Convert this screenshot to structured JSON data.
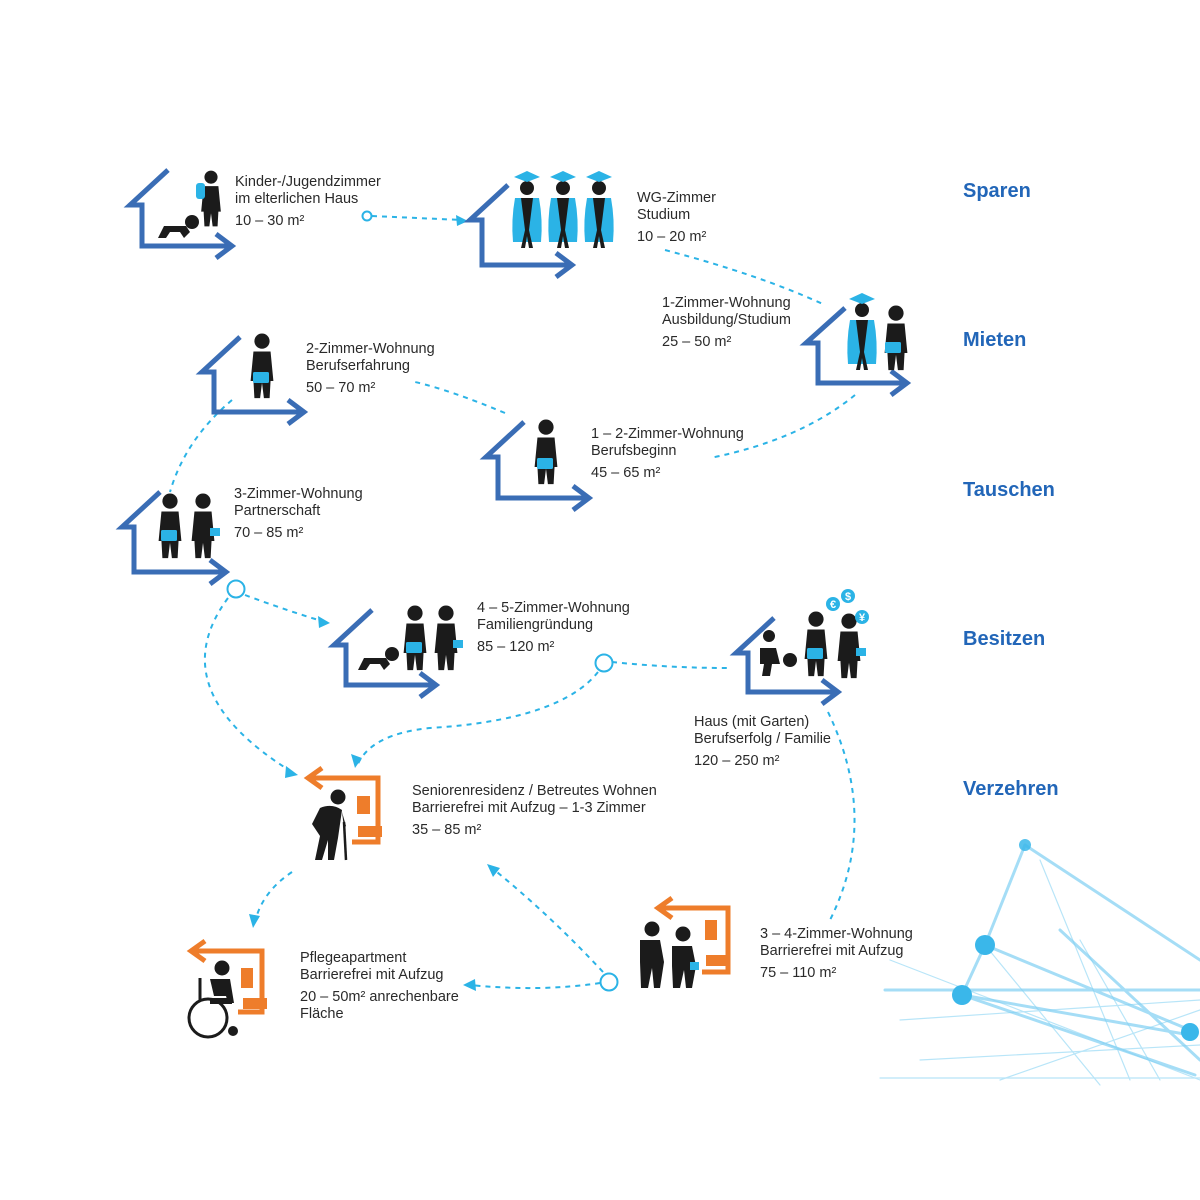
{
  "colors": {
    "house": "#3a6db5",
    "senior": "#ee7d2b",
    "accent": "#2bb3e6",
    "figure": "#1b1b1b",
    "stage": "#2266b8",
    "text": "#2a2a2a"
  },
  "stages": [
    {
      "id": "sparen",
      "label": "Sparen"
    },
    {
      "id": "mieten",
      "label": "Mieten"
    },
    {
      "id": "tauschen",
      "label": "Tauschen"
    },
    {
      "id": "besitzen",
      "label": "Besitzen"
    },
    {
      "id": "verzehren",
      "label": "Verzehren"
    }
  ],
  "nodes": [
    {
      "id": "kinder",
      "line1": "Kinder-/Jugendzimmer",
      "line2": "im elterlichen Haus",
      "size": "10 – 30 m²",
      "icon": "house-child-icon"
    },
    {
      "id": "wg",
      "line1": "WG-Zimmer",
      "line2": "Studium",
      "size": "10 – 20 m²",
      "icon": "house-students-icon"
    },
    {
      "id": "einzimmer",
      "line1": "1-Zimmer-Wohnung",
      "line2": "Ausbildung/Studium",
      "size": "25 – 50 m²",
      "icon": "house-student-worker-icon"
    },
    {
      "id": "einzwei",
      "line1": "1 – 2-Zimmer-Wohnung",
      "line2": "Berufsbeginn",
      "size": "45 – 65 m²",
      "icon": "house-worker-icon"
    },
    {
      "id": "zwei",
      "line1": "2-Zimmer-Wohnung",
      "line2": "Berufserfahrung",
      "size": "50 – 70 m²",
      "icon": "house-worker-icon"
    },
    {
      "id": "drei",
      "line1": "3-Zimmer-Wohnung",
      "line2": "Partnerschaft",
      "size": "70 – 85 m²",
      "icon": "house-couple-icon"
    },
    {
      "id": "vierfuenf",
      "line1": "4 – 5-Zimmer-Wohnung",
      "line2": "Familiengründung",
      "size": "85 – 120 m²",
      "icon": "house-family-icon"
    },
    {
      "id": "haus",
      "line1": "Haus (mit Garten)",
      "line2": "Berufserfolg / Familie",
      "size": "120 – 250 m²",
      "icon": "house-wealthy-family-icon"
    },
    {
      "id": "senioren",
      "line1": "Seniorenresidenz / Betreutes Wohnen",
      "line2": "Barrierefrei mit Aufzug – 1-3 Zimmer",
      "size": "35 – 85 m²",
      "icon": "senior-residence-icon"
    },
    {
      "id": "dreivier",
      "line1": "3 – 4-Zimmer-Wohnung",
      "line2": "Barrierefrei mit Aufzug",
      "size": "75 – 110 m²",
      "icon": "senior-couple-icon"
    },
    {
      "id": "pflege",
      "line1": "Pflegeapartment",
      "line2": "Barrierefrei mit Aufzug",
      "size": "20 – 50m² anrechenbare",
      "size2": "Fläche",
      "icon": "wheelchair-icon"
    }
  ],
  "currency_symbols": [
    "€",
    "$",
    "¥"
  ],
  "decor": {
    "icon": "network-decoration-icon"
  }
}
